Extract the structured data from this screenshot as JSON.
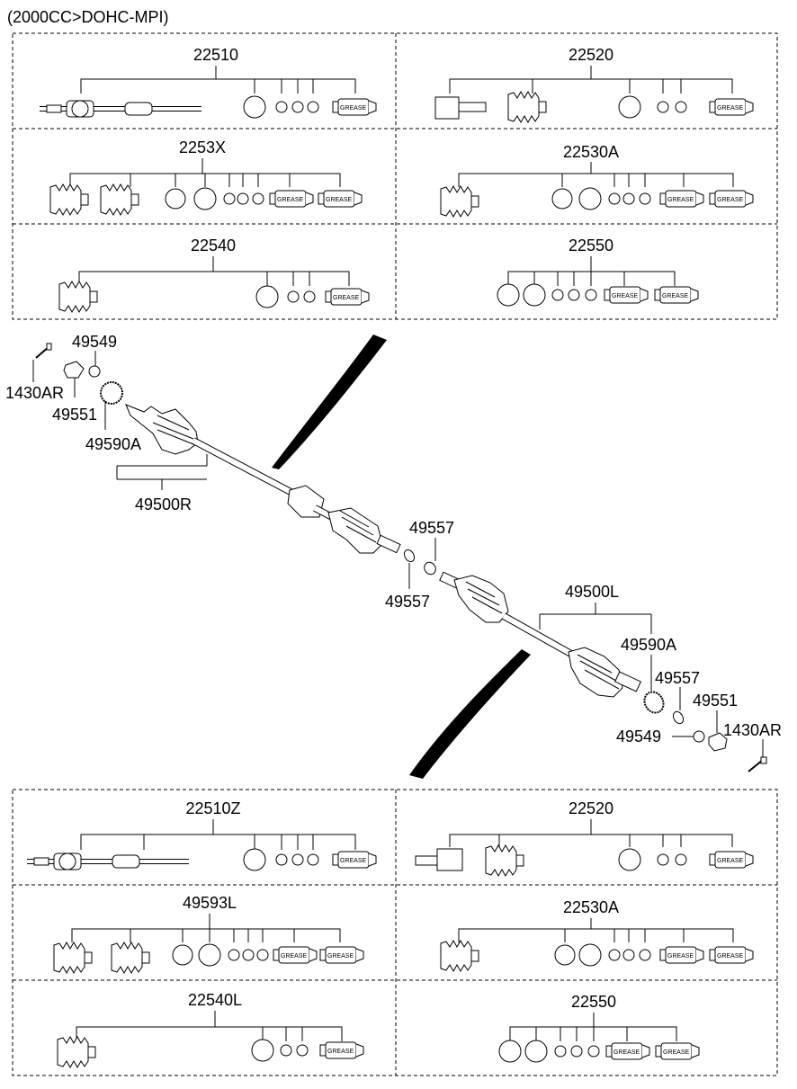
{
  "header": {
    "title": "(2000CC>DOHC-MPI)"
  },
  "top_kits": [
    {
      "code": "22510"
    },
    {
      "code": "22520"
    },
    {
      "code": "2253X"
    },
    {
      "code": "22530A"
    },
    {
      "code": "22540"
    },
    {
      "code": "22550"
    }
  ],
  "bottom_kits": [
    {
      "code": "22510Z"
    },
    {
      "code": "22520"
    },
    {
      "code": "49593L"
    },
    {
      "code": "22530A"
    },
    {
      "code": "22540L"
    },
    {
      "code": "22550"
    }
  ],
  "callouts": {
    "c1430ar_left": "1430AR",
    "c49549_left": "49549",
    "c49551_left": "49551",
    "c49590a_left": "49590A",
    "c49500r": "49500R",
    "c49557_a": "49557",
    "c49557_b": "49557",
    "c49500l": "49500L",
    "c49590a_right": "49590A",
    "c49557_right": "49557",
    "c49551_right": "49551",
    "c49549_right": "49549",
    "c1430ar_right": "1430AR"
  },
  "grease_label": "GREASE"
}
